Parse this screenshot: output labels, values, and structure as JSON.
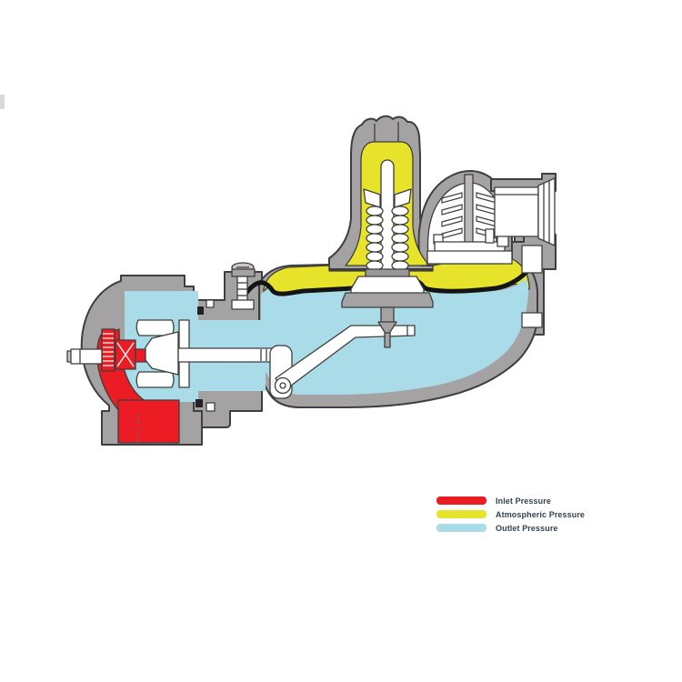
{
  "legend": {
    "items": [
      {
        "key": "inlet",
        "label": "Inlet Pressure"
      },
      {
        "key": "atmospheric",
        "label": "Atmospheric Pressure"
      },
      {
        "key": "outlet",
        "label": "Outlet Pressure"
      }
    ]
  },
  "colors": {
    "page-bg": "#ffffff",
    "inlet-red": "#ec1c24",
    "atmospheric-yellow": "#e6e32a",
    "outlet-blue": "#a9dce8",
    "body-gray": "#a4a2a3",
    "outline-dark": "#3e3e3e",
    "diaphragm-black": "#141414",
    "legend-text": "#34424d"
  },
  "icons": {
    "inlet-swatch": "rounded-bar-red",
    "atmospheric-swatch": "rounded-bar-yellow",
    "outlet-swatch": "rounded-bar-blue"
  }
}
